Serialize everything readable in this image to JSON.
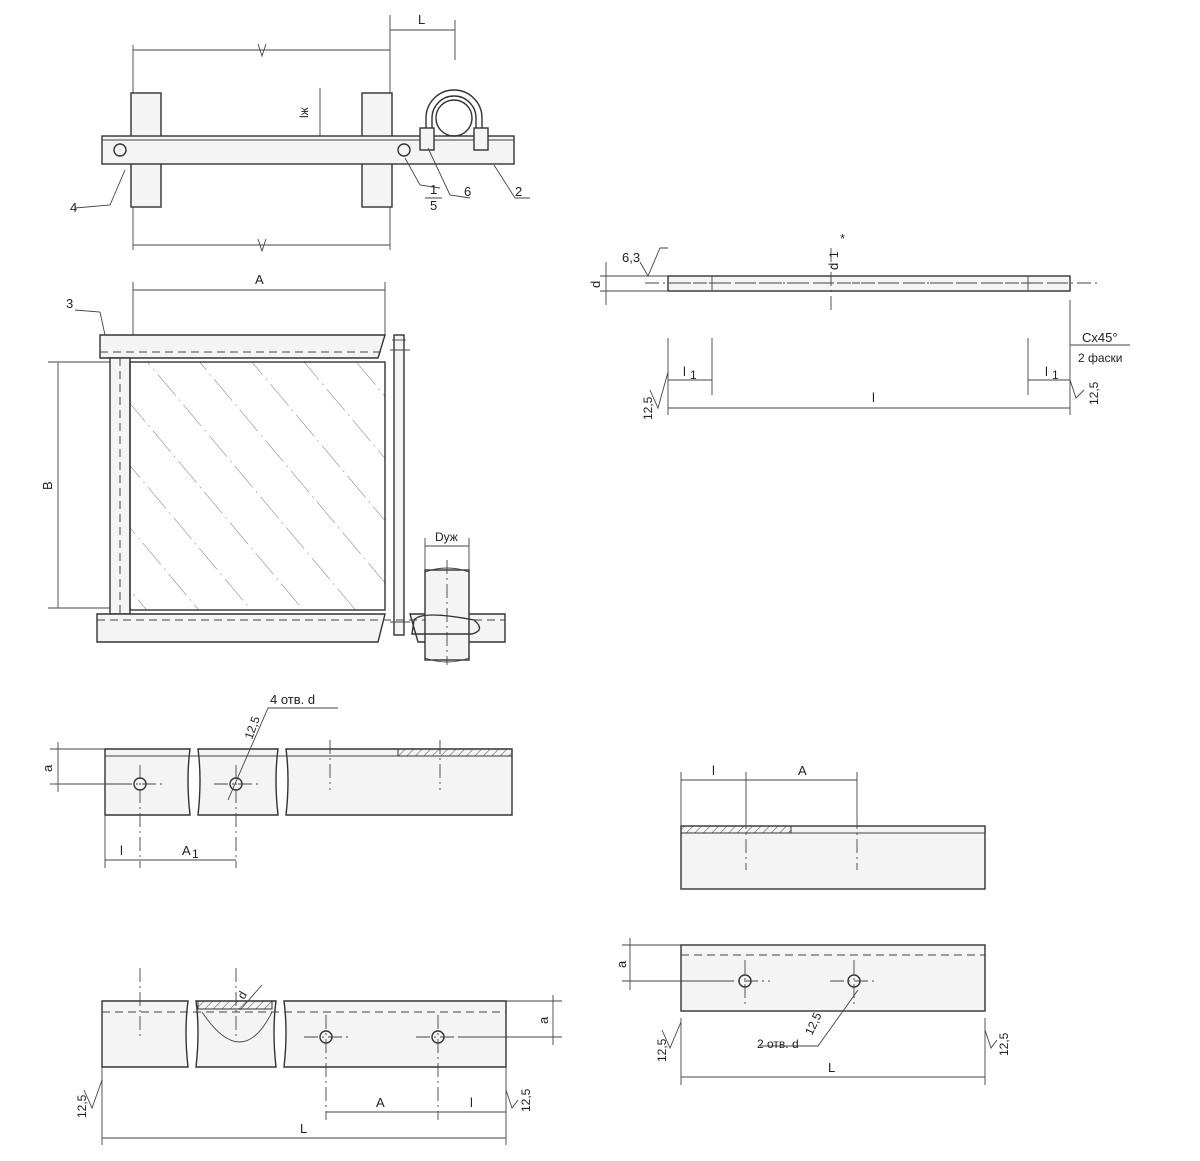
{
  "labels": {
    "L": "L",
    "l": "l",
    "A": "A",
    "A1": "A",
    "B": "B",
    "a": "a",
    "d": "d",
    "d1": "d",
    "star": "*",
    "l1": "l",
    "sub1": "1",
    "Duzh": "Dуж",
    "roughness_12_5": "12,5",
    "roughness_6_3": "6,3",
    "chamfer": "Cx45°",
    "chamfer_note": "2 фаски",
    "holes4": "4 отв. d",
    "holes2": "2 отв. d",
    "pos1": "1",
    "pos2": "2",
    "pos3": "3",
    "pos4": "4",
    "pos5": "5",
    "pos6": "6",
    "lzh": "lж"
  }
}
